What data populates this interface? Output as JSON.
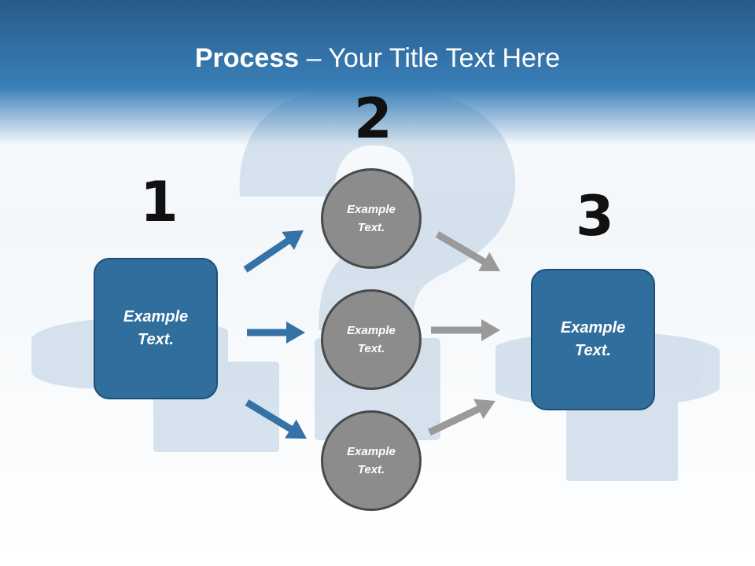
{
  "title": {
    "bold": "Process",
    "rest": " – Your Title Text Here"
  },
  "steps": {
    "one": {
      "number": "1",
      "box_text": "Example Text."
    },
    "two": {
      "number": "2",
      "circles": [
        "Example Text.",
        "Example Text.",
        "Example Text."
      ]
    },
    "three": {
      "number": "3",
      "box_text": "Example Text."
    }
  },
  "colors": {
    "header_blue": "#2f6fa3",
    "box_blue": "#306e9e",
    "circle_gray": "#8c8c8c",
    "arrow_blue": "#3572a6",
    "arrow_gray": "#9a9a9a"
  },
  "background_art": "question-mark-puzzle-pieces"
}
